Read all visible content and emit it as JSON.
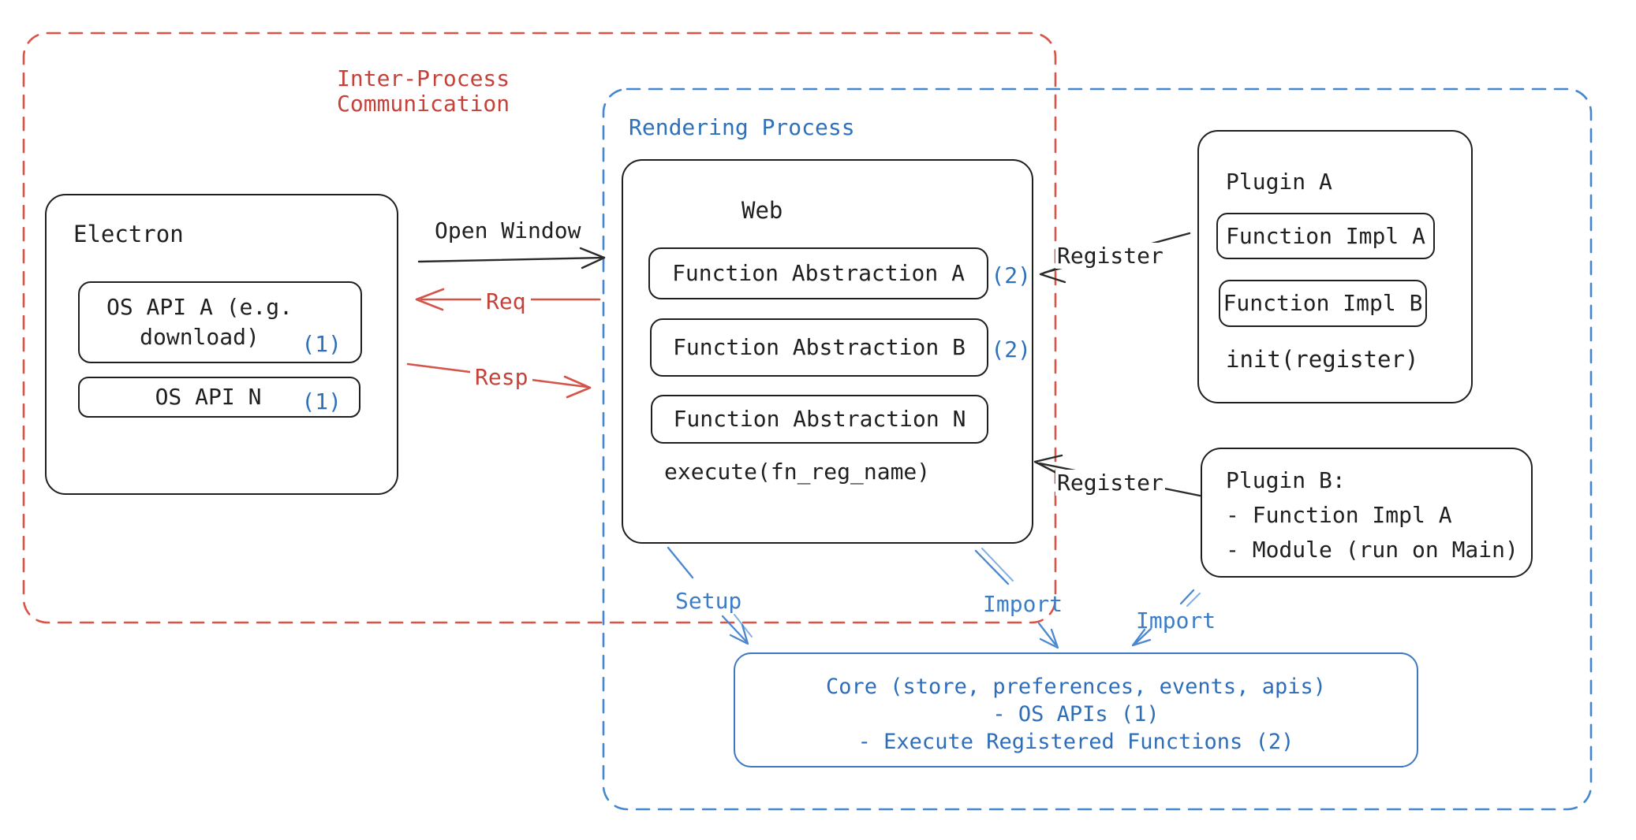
{
  "ipc": {
    "title_line1": "Inter-Process",
    "title_line2": "Communication"
  },
  "rendering": {
    "title": "Rendering Process"
  },
  "electron": {
    "title": "Electron",
    "api_a_line1": "OS API A (e.g.",
    "api_a_line2": "download)",
    "api_a_badge": "(1)",
    "api_n_label": "OS API N",
    "api_n_badge": "(1)"
  },
  "web": {
    "title": "Web",
    "rows": [
      {
        "label": "Function Abstraction A",
        "badge": "(2)"
      },
      {
        "label": "Function Abstraction B",
        "badge": "(2)"
      },
      {
        "label": "Function Abstraction N",
        "badge": ""
      }
    ],
    "footer": "execute(fn_reg_name)"
  },
  "plugin_a": {
    "title": "Plugin A",
    "impl_a": "Function Impl A",
    "impl_b": "Function Impl B",
    "footer": "init(register)"
  },
  "plugin_b": {
    "line1": "Plugin B:",
    "line2": "- Function Impl A",
    "line3": "- Module (run on Main)"
  },
  "core": {
    "line1": "Core (store, preferences, events, apis)",
    "line2": "- OS APIs (1)",
    "line3": "- Execute Registered Functions (2)"
  },
  "arrows": {
    "open_window": "Open Window",
    "req": "Req",
    "resp": "Resp",
    "register_a": "Register",
    "register_b": "Register",
    "setup": "Setup",
    "import_web": "Import",
    "import_plugin": "Import"
  },
  "colors": {
    "ink": "#1f1f1f",
    "red_text": "#c5423a",
    "red_dash": "#db5246",
    "blue_label": "#2e71ba",
    "blue_dash": "#4587cf",
    "blue_arrow": "#3c7dc8"
  }
}
